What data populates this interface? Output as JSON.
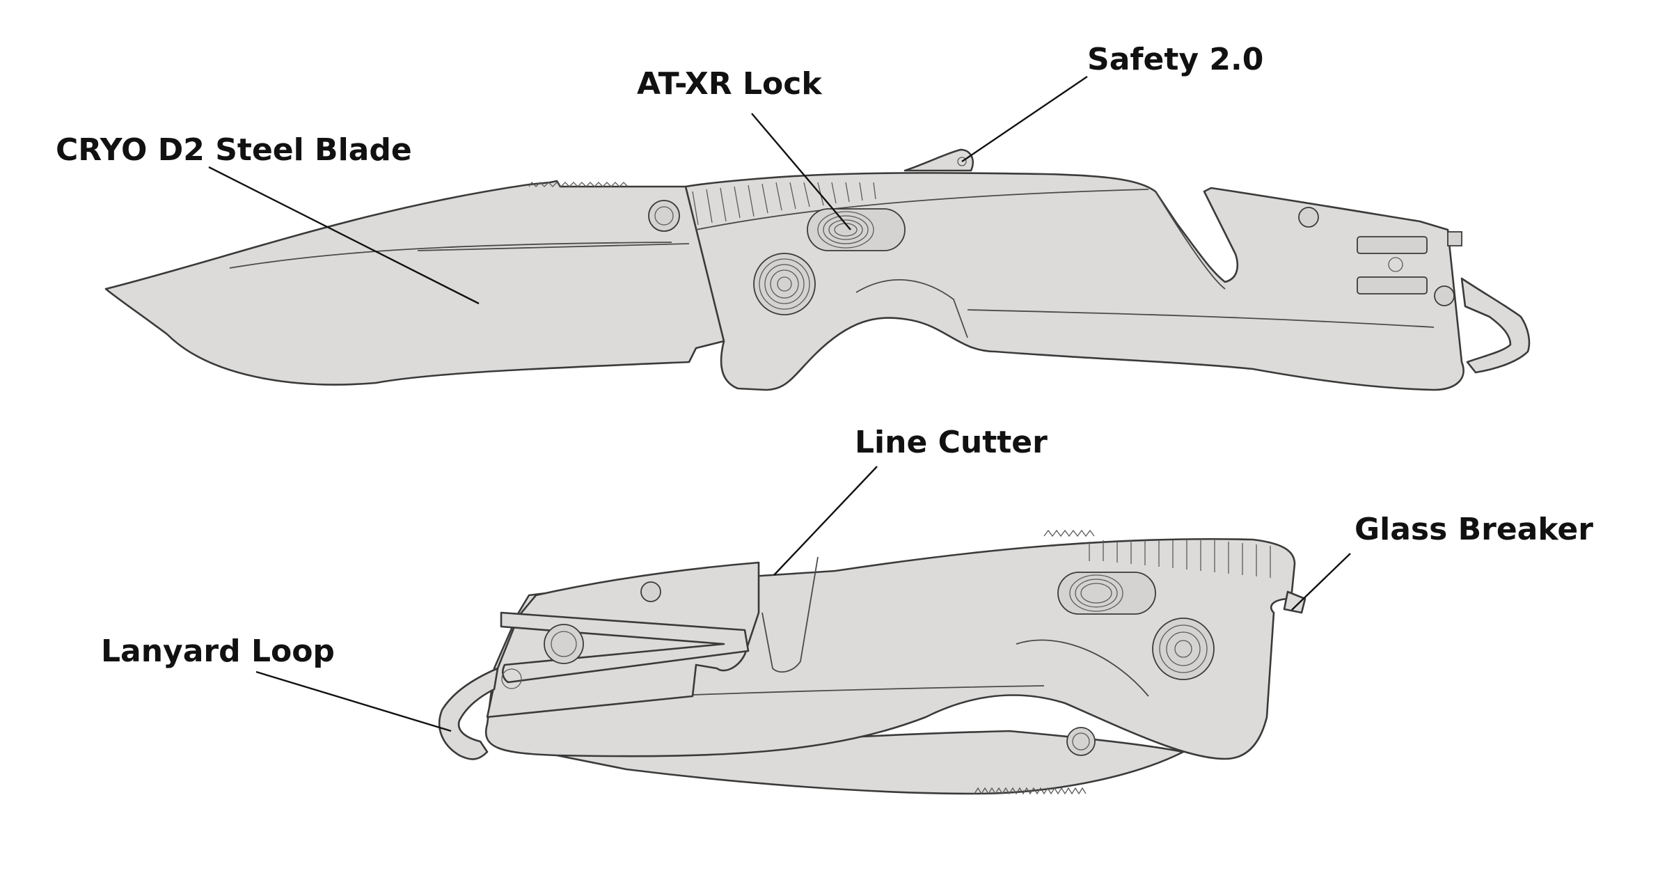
{
  "diagram": {
    "colors": {
      "body_fill": "#dcdbd9",
      "outline": "#3a3a3a",
      "label_text": "#111111",
      "background": "#ffffff"
    },
    "callouts": [
      {
        "id": "blade",
        "text": "CRYO D2 Steel Blade"
      },
      {
        "id": "lock",
        "text": "AT-XR Lock"
      },
      {
        "id": "safety",
        "text": "Safety 2.0"
      },
      {
        "id": "cutter",
        "text": "Line Cutter"
      },
      {
        "id": "glass",
        "text": "Glass Breaker"
      },
      {
        "id": "lanyard",
        "text": "Lanyard Loop"
      }
    ]
  }
}
